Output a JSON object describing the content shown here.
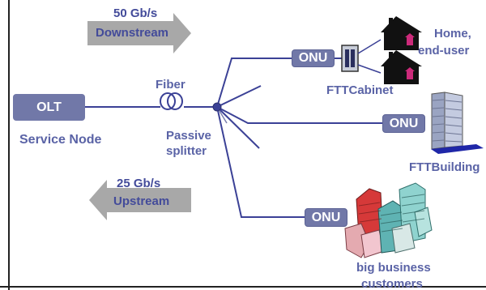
{
  "downstream": {
    "rate": "50 Gb/s",
    "label": "Downstream"
  },
  "upstream": {
    "rate": "25 Gb/s",
    "label": "Upstream"
  },
  "olt": {
    "label": "OLT",
    "caption": "Service Node"
  },
  "fiber_label": "Fiber",
  "splitter_label": [
    "Passive",
    "splitter"
  ],
  "onu_label": "ONU",
  "home_label": [
    "Home,",
    "end-user"
  ],
  "cabinet_label": "FTTCabinet",
  "building_label": "FTTBuilding",
  "business_label": [
    "big business",
    "customers"
  ],
  "colors": {
    "label": "#5a63a6",
    "box": "#7178a8",
    "arrow": "#a8a8a8",
    "fiber": "#3b4196",
    "house_roof": "#cc2a7a"
  }
}
